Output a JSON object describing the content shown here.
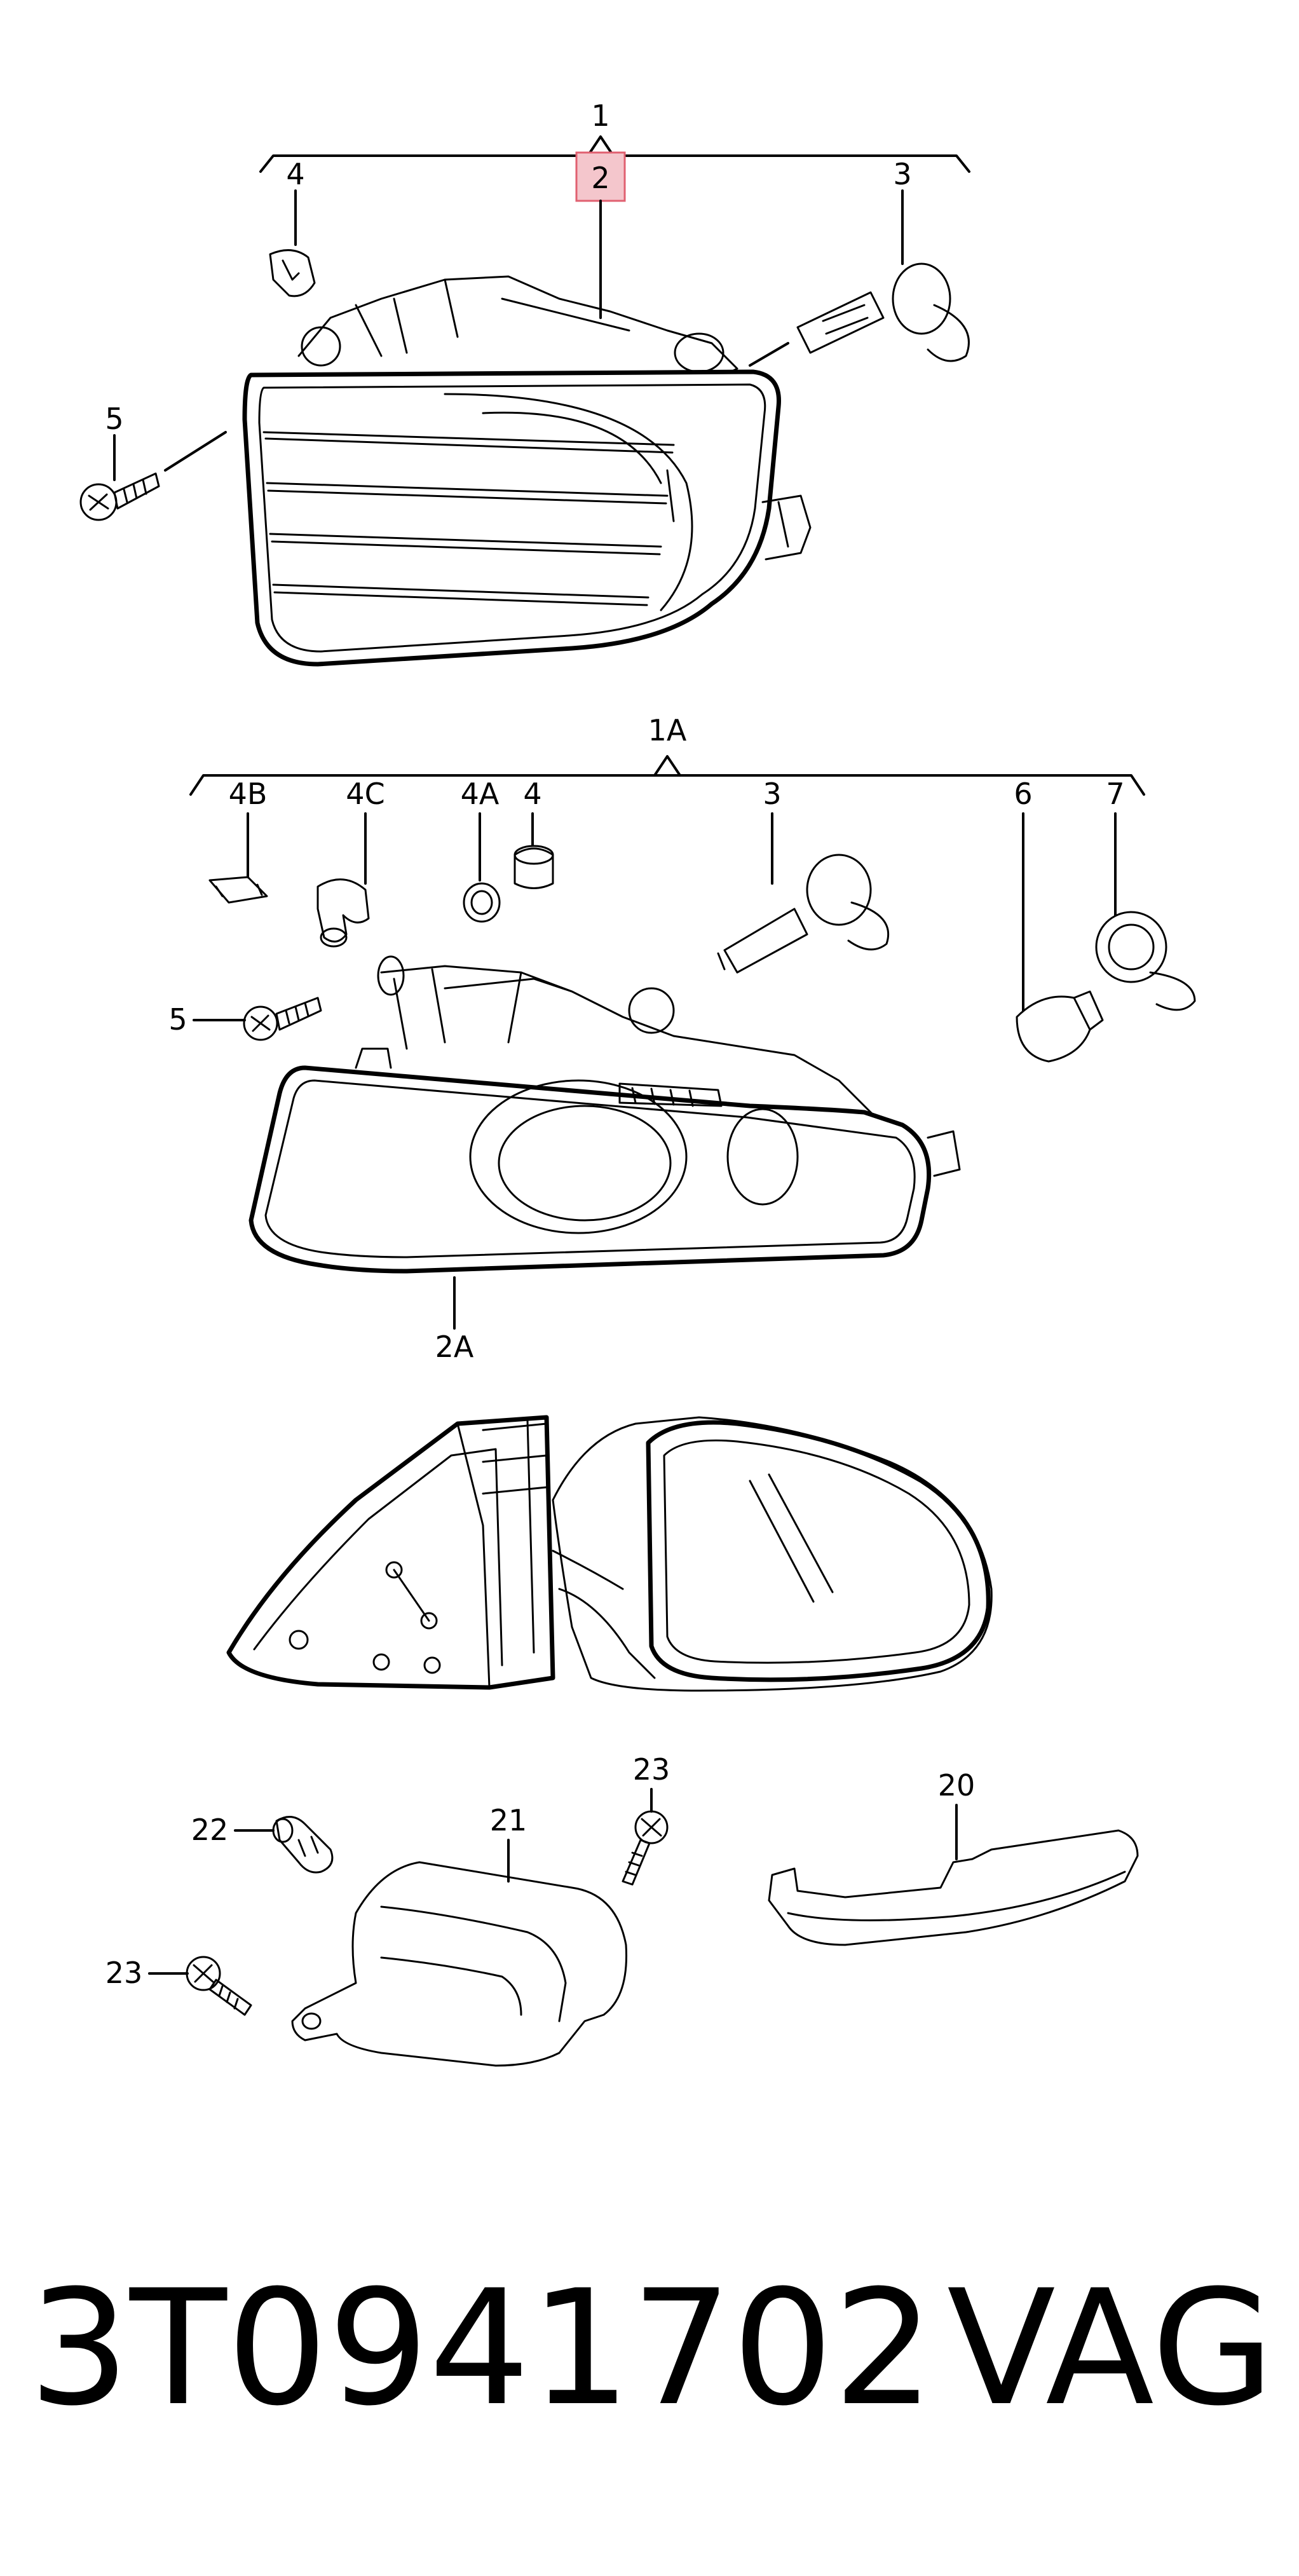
{
  "highlight_color": "#f4c6cc",
  "highlight_border": "#e06070",
  "labels": {
    "group1": "1",
    "part2": "2",
    "bulb3_top": "3",
    "clip4_top": "4",
    "screw5_top": "5",
    "group1A": "1A",
    "part4B": "4B",
    "part4C": "4C",
    "part4A": "4A",
    "part4": "4",
    "bulb3_mid": "3",
    "bulb6": "6",
    "socket7": "7",
    "screw5_mid": "5",
    "housing2A": "2A",
    "part20": "20",
    "part21": "21",
    "part22": "22",
    "part23_top": "23",
    "part23_left": "23"
  },
  "footer": {
    "part_number": "3T0941702",
    "brand": "VAG"
  }
}
